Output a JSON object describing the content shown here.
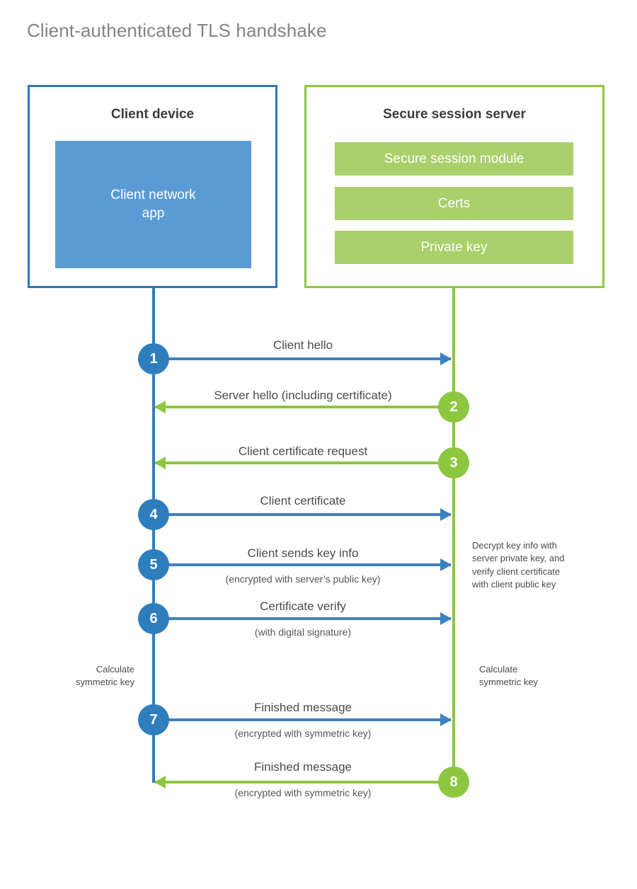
{
  "title": "Client-authenticated TLS handshake",
  "parties": {
    "client": {
      "title": "Client device",
      "block_label_line1": "Client network",
      "block_label_line2": "app",
      "border_color": "#2E75B6",
      "block_color": "#5B9BD5"
    },
    "server": {
      "title": "Secure session server",
      "border_color": "#8DC63F",
      "bar_color": "#A9D06A",
      "bars": [
        {
          "label": "Secure session module"
        },
        {
          "label": "Certs"
        },
        {
          "label": "Private key"
        }
      ]
    }
  },
  "lifelines": {
    "client_color": "#2E7EBD",
    "server_color": "#8DC63F"
  },
  "steps": [
    {
      "number": "1",
      "label": "Client hello",
      "sublabel": "",
      "direction": "client-to-server",
      "circle_side": "client",
      "circle_color": "#2E7EBD",
      "arrow_color": "#3E80BF"
    },
    {
      "number": "2",
      "label": "Server hello (including certificate)",
      "sublabel": "",
      "direction": "server-to-client",
      "circle_side": "server",
      "circle_color": "#8DC63F",
      "arrow_color": "#8DC63F"
    },
    {
      "number": "3",
      "label": "Client certificate request",
      "sublabel": "",
      "direction": "server-to-client",
      "circle_side": "server",
      "circle_color": "#8DC63F",
      "arrow_color": "#8DC63F"
    },
    {
      "number": "4",
      "label": "Client certificate",
      "sublabel": "",
      "direction": "client-to-server",
      "circle_side": "client",
      "circle_color": "#2E7EBD",
      "arrow_color": "#3E80BF"
    },
    {
      "number": "5",
      "label": "Client sends key info",
      "sublabel": "(encrypted with server’s public key)",
      "direction": "client-to-server",
      "circle_side": "client",
      "circle_color": "#2E7EBD",
      "arrow_color": "#3E80BF"
    },
    {
      "number": "6",
      "label": "Certificate verify",
      "sublabel": "(with digital signature)",
      "direction": "client-to-server",
      "circle_side": "client",
      "circle_color": "#2E7EBD",
      "arrow_color": "#3E80BF"
    },
    {
      "number": "7",
      "label": "Finished message",
      "sublabel": "(encrypted with symmetric key)",
      "direction": "client-to-server",
      "circle_side": "client",
      "circle_color": "#2E7EBD",
      "arrow_color": "#3E80BF"
    },
    {
      "number": "8",
      "label": "Finished message",
      "sublabel": "(encrypted with symmetric key)",
      "direction": "server-to-client",
      "circle_side": "server",
      "circle_color": "#8DC63F",
      "arrow_color": "#8DC63F"
    }
  ],
  "annotations": {
    "server_decrypt": {
      "lines": [
        "Decrypt key info with",
        "server private key, and",
        "verify client certificate",
        "with client public key"
      ]
    },
    "client_symmetric_key": {
      "lines": [
        "Calculate",
        "symmetric key"
      ]
    },
    "server_symmetric_key": {
      "lines": [
        "Calculate",
        "symmetric key"
      ]
    }
  }
}
